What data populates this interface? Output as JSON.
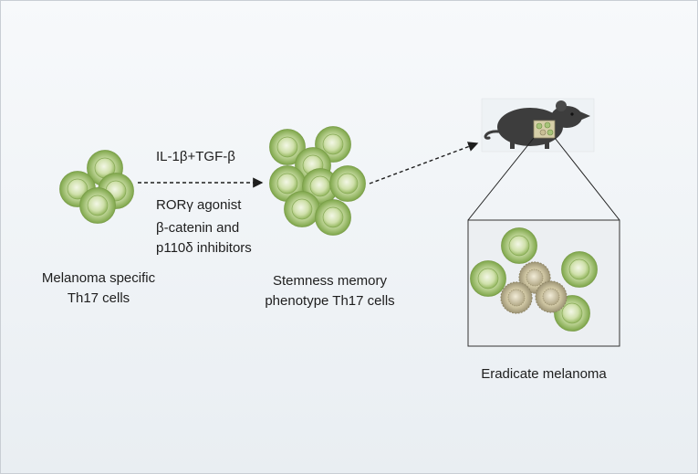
{
  "left_caption": {
    "line1": "Melanoma specific",
    "line2": "Th17 cells"
  },
  "middle_caption": {
    "line1": "Stemness memory",
    "line2": "phenotype Th17 cells"
  },
  "treatment": {
    "line1": "IL-1β+TGF-β",
    "line2": "RORγ agonist",
    "line3": "β-catenin and",
    "line4": "p110δ inhibitors"
  },
  "result_caption": "Eradicate melanoma",
  "colors": {
    "th17_cell": "#9bbd6a",
    "tumor_cell": "#b5ae8c",
    "mouse": "#3d3d3d",
    "text": "#1e1e1e"
  },
  "icons": [
    "th17-cell-icon",
    "tumor-cell-icon",
    "mouse-icon",
    "dashed-arrow-icon"
  ]
}
